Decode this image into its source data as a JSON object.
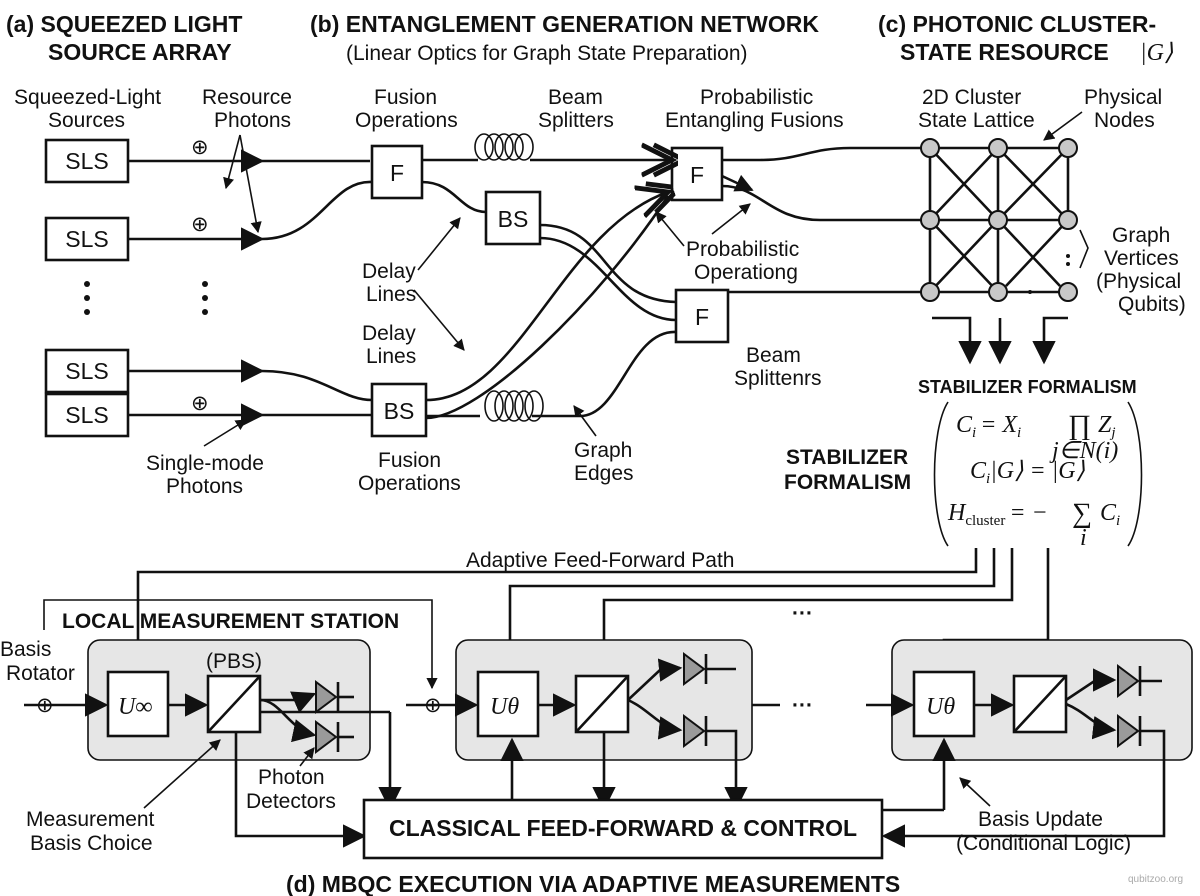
{
  "panels": {
    "a": {
      "title_line1": "(a) SQUEEZED LIGHT",
      "title_line2": "SOURCE ARRAY"
    },
    "b": {
      "title_line1": "(b) ENTANGLEMENT GENERATION NETWORK",
      "title_line2": "(Linear Optics for Graph State Preparation)"
    },
    "c": {
      "title_line1": "(c) PHOTONIC CLUSTER-",
      "title_line2": "STATE RESOURCE",
      "title_ket": "|G⟩"
    },
    "d": {
      "title": "(d) MBQC EXECUTION VIA ADAPTIVE MEASUREMENTS"
    }
  },
  "labels": {
    "sls_sources": [
      "Squeezed-Light",
      "Sources"
    ],
    "resource_photons": [
      "Resource",
      "Photons"
    ],
    "fusion_ops_top": [
      "Fusion",
      "Operations"
    ],
    "beam_splitters_top": [
      "Beam",
      "Splitters"
    ],
    "prob_fusions": [
      "Probabilistic",
      "Entangling Fusions"
    ],
    "delay_lines_1": [
      "Delay",
      "Lines"
    ],
    "delay_lines_2": [
      "Delay",
      "Lines"
    ],
    "prob_operating": [
      "Probabilistic",
      "Operationg"
    ],
    "beam_splitters_bottom": [
      "Beam",
      "Splittenrs"
    ],
    "single_mode": [
      "Single-mode",
      "Photons"
    ],
    "fusion_ops_bottom": [
      "Fusion",
      "Operations"
    ],
    "graph_edges": [
      "Graph",
      "Edges"
    ],
    "cluster_lattice": [
      "2D Cluster",
      "State Lattice"
    ],
    "physical_nodes": [
      "Physical",
      "Nodes"
    ],
    "graph_vertices": [
      "Graph",
      "Vertices",
      "(Physical",
      "Qubits)"
    ],
    "stabilizer_box_title": "STABILIZER FORMALISM",
    "stabilizer_side": [
      "STABILIZER",
      "FORMALISM"
    ],
    "feed_forward_path": "Adaptive Feed-Forward Path",
    "local_station": "LOCAL MEASUREMENT STATION",
    "basis_rotator": [
      "Basis",
      "Rotator"
    ],
    "pbs": "(PBS)",
    "photon_detectors": [
      "Photon",
      "Detectors"
    ],
    "measurement_basis": [
      "Measurement",
      "Basis Choice"
    ],
    "classical_control": "CLASSICAL FEED-FORWARD & CONTROL",
    "basis_update": [
      "Basis Update",
      "(Conditional Logic)"
    ],
    "ellipsis": "···"
  },
  "components": {
    "sls": "SLS",
    "fusion": "F",
    "beam_splitter": "BS",
    "u_inf": "U∞",
    "u_theta": "Uθ",
    "plus": "⊕"
  },
  "equations": {
    "eq1_lhs": "C",
    "eq1_sub": "i",
    "eq1_mid": "= X",
    "eq1_prod": "∏",
    "eq1_z": "Z",
    "eq1_zsub": "j",
    "eq1_range": "j∈N(i)",
    "eq2": "C",
    "eq2_rest": "|G⟩ = |G⟩",
    "eq3_h": "H",
    "eq3_sub": "cluster",
    "eq3_mid": "= −",
    "eq3_sum": "∑",
    "eq3_c": "C",
    "eq3_range": "i"
  },
  "watermark": "qubitzoo.org"
}
